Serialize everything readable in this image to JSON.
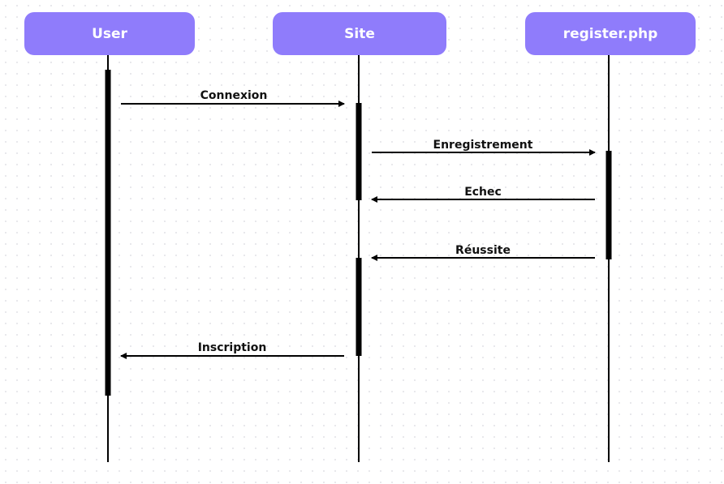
{
  "colors": {
    "participant_fill": "#8f7cfb",
    "line": "#000000"
  },
  "participants": [
    {
      "id": "user",
      "label": "User"
    },
    {
      "id": "site",
      "label": "Site"
    },
    {
      "id": "register",
      "label": "register.php"
    }
  ],
  "messages": [
    {
      "from": "user",
      "to": "site",
      "label": "Connexion"
    },
    {
      "from": "site",
      "to": "register",
      "label": "Enregistrement"
    },
    {
      "from": "register",
      "to": "site",
      "label": "Echec"
    },
    {
      "from": "register",
      "to": "site",
      "label": "Réussite"
    },
    {
      "from": "site",
      "to": "user",
      "label": "Inscription"
    }
  ]
}
